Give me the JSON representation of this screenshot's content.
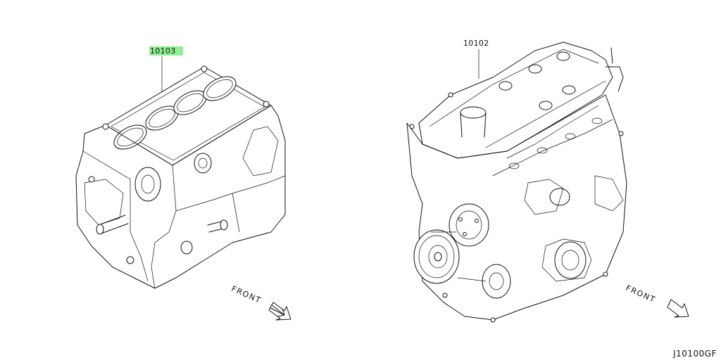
{
  "callouts": {
    "left_part_number": "10103",
    "right_part_number": "10102"
  },
  "front_markers": {
    "left": "FRONT",
    "right": "FRONT"
  },
  "diagram_code": "J10100GF",
  "colors": {
    "highlight": "#8ff08f",
    "line": "#111111"
  }
}
